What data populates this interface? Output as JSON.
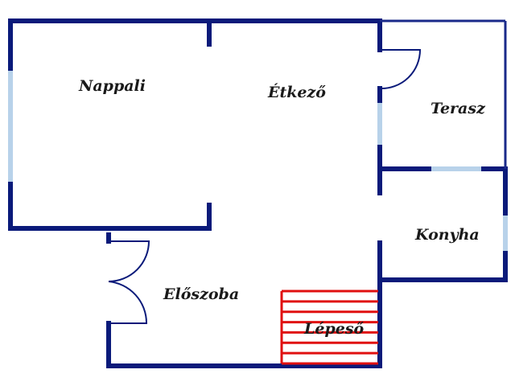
{
  "floorplan": {
    "colors": {
      "wall": "#0a1a7a",
      "thin_wall": "#1a2a8a",
      "window": "#b8d2ea",
      "stairs": "#e01010",
      "label": "#1a1a1a"
    },
    "rooms": {
      "nappali": "Nappali",
      "etkezo": "Étkező",
      "terasz": "Terasz",
      "konyha": "Konyha",
      "eloszoba": "Előszoba",
      "lepeso": "Lépeső"
    }
  }
}
